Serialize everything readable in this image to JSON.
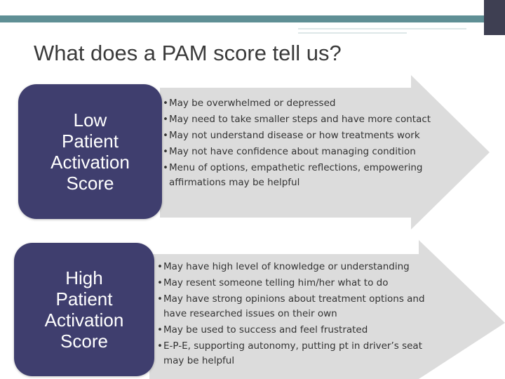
{
  "slide": {
    "title": "What does a PAM score tell us?"
  },
  "low": {
    "label": "Low\nPatient\nActivation\nScore",
    "bullets": [
      "May be overwhelmed or depressed",
      "May need to take smaller steps and have more contact",
      "May not understand disease or how treatments work",
      "May not have confidence about managing condition",
      "Menu of options, empathetic reflections, empowering affirmations may be helpful"
    ]
  },
  "high": {
    "label": "High\nPatient\nActivation\nScore",
    "bullets": [
      "May have high level of knowledge or understanding",
      "May resent someone telling him/her what to do",
      "May have strong opinions about treatment options and have researched issues on their own",
      "May be used to success and feel frustrated",
      "E-P-E, supporting autonomy, putting pt in driver’s seat may be helpful"
    ]
  },
  "colors": {
    "box": "#3f3e6e",
    "arrow": "#dcdcdc",
    "header_teal": "#5f8f95",
    "header_dark": "#3e3f52"
  }
}
